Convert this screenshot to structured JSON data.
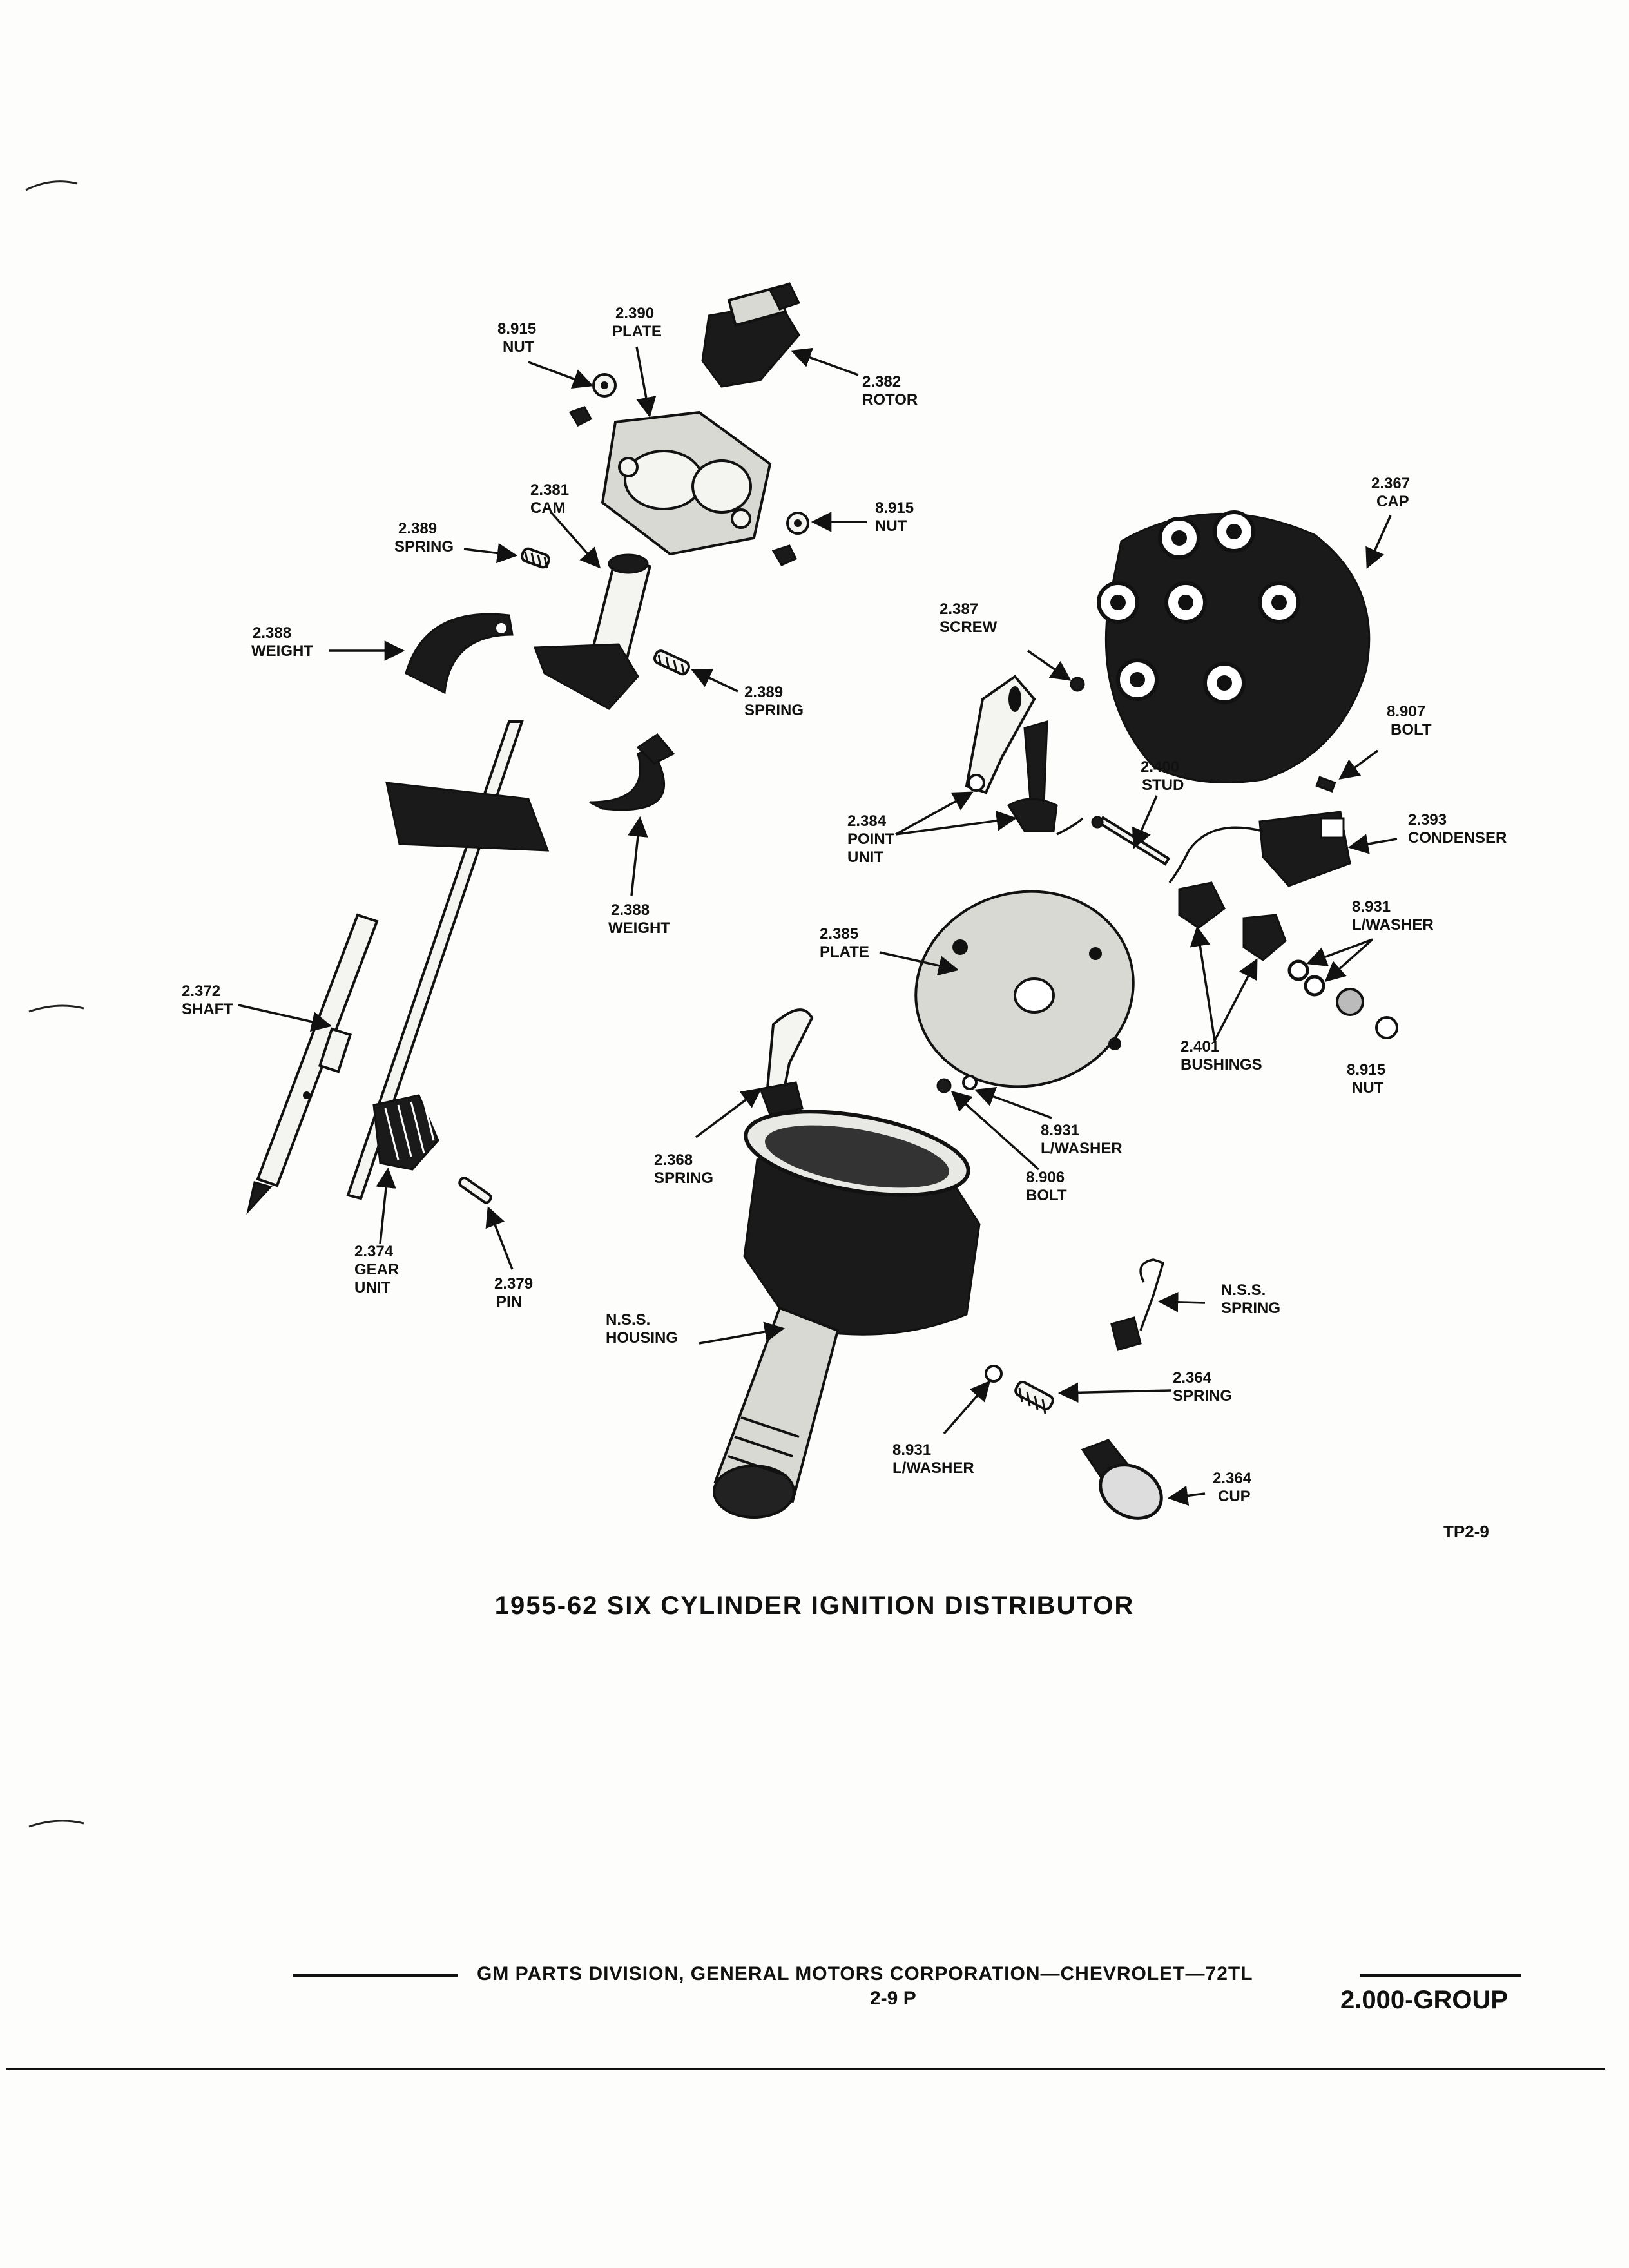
{
  "labels": {
    "nut_top": {
      "num": "8.915",
      "name": "NUT"
    },
    "plate_top": {
      "num": "2.390",
      "name": "PLATE"
    },
    "rotor": {
      "num": "2.382",
      "name": "ROTOR"
    },
    "nut_mid": {
      "num": "8.915",
      "name": "NUT"
    },
    "cam": {
      "num": "2.381",
      "name": "CAM"
    },
    "spring_cam": {
      "num": "2.389",
      "name": "SPRING"
    },
    "weight_left": {
      "num": "2.388",
      "name": "WEIGHT"
    },
    "spring_right": {
      "num": "2.389",
      "name": "SPRING"
    },
    "weight_low": {
      "num": "2.388",
      "name": "WEIGHT"
    },
    "shaft": {
      "num": "2.372",
      "name": "SHAFT"
    },
    "gear": {
      "num": "2.374",
      "name1": "GEAR",
      "name2": "UNIT"
    },
    "pin": {
      "num": "2.379",
      "name": "PIN"
    },
    "cap": {
      "num": "2.367",
      "name": "CAP"
    },
    "screw": {
      "num": "2.387",
      "name": "SCREW"
    },
    "bolt_cond": {
      "num": "8.907",
      "name": "BOLT"
    },
    "stud": {
      "num": "2.400",
      "name": "STUD"
    },
    "point": {
      "num": "2.384",
      "name1": "POINT",
      "name2": "UNIT"
    },
    "condenser": {
      "num": "2.393",
      "name": "CONDENSER"
    },
    "plate_break": {
      "num": "2.385",
      "name": "PLATE"
    },
    "washer_right": {
      "num": "8.931",
      "name": "L/WASHER"
    },
    "bushings": {
      "num": "2.401",
      "name": "BUSHINGS"
    },
    "nut_right": {
      "num": "8.915",
      "name": "NUT"
    },
    "washer_plate": {
      "num": "8.931",
      "name": "L/WASHER"
    },
    "bolt_plate": {
      "num": "8.906",
      "name": "BOLT"
    },
    "spring_plate": {
      "num": "2.368",
      "name": "SPRING"
    },
    "housing": {
      "num": "N.S.S.",
      "name": "HOUSING"
    },
    "spring_nss": {
      "num": "N.S.S.",
      "name": "SPRING"
    },
    "spring_364": {
      "num": "2.364",
      "name": "SPRING"
    },
    "cup": {
      "num": "2.364",
      "name": "CUP"
    },
    "washer_low": {
      "num": "8.931",
      "name": "L/WASHER"
    }
  },
  "figure_code": "TP2-9",
  "title": "1955-62 SIX CYLINDER IGNITION DISTRIBUTOR",
  "footer": {
    "division": "GM PARTS DIVISION, GENERAL MOTORS CORPORATION—CHEVROLET—72TL",
    "page": "2-9 P",
    "group": "2.000-GROUP"
  }
}
